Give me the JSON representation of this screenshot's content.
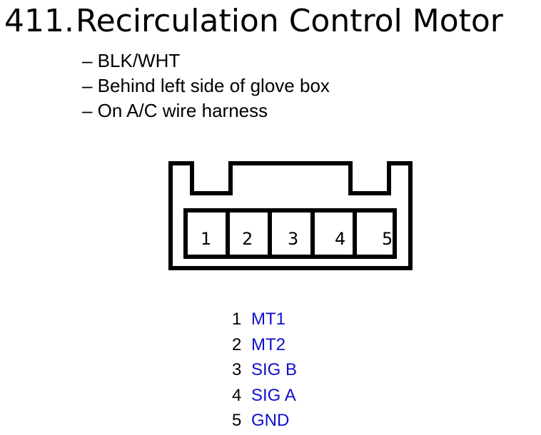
{
  "title": {
    "number": "411.",
    "text": "Recirculation Control Motor"
  },
  "notes": [
    "– BLK/WHT",
    "– Behind left side of glove box",
    "– On A/C wire harness"
  ],
  "connector": {
    "pins": [
      "1",
      "2",
      "3",
      "4",
      "5"
    ]
  },
  "pinout": {
    "signal_color": "#1010d0",
    "rows": [
      {
        "pin": "1",
        "signal": "MT1"
      },
      {
        "pin": "2",
        "signal": "MT2"
      },
      {
        "pin": "3",
        "signal": "SIG B"
      },
      {
        "pin": "4",
        "signal": "SIG A"
      },
      {
        "pin": "5",
        "signal": "GND"
      }
    ]
  }
}
